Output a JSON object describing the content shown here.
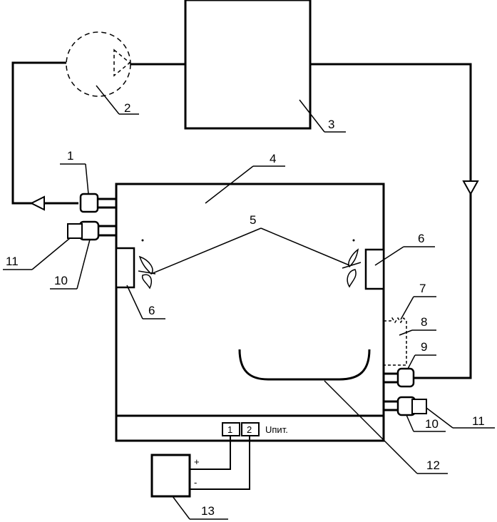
{
  "labels": {
    "l1": "1",
    "l2": "2",
    "l3": "3",
    "l4": "4",
    "l5": "5",
    "l6a": "6",
    "l6b": "6",
    "l7": "7",
    "l8": "8",
    "l9": "9",
    "l10a": "10",
    "l10b": "10",
    "l11a": "11",
    "l11b": "11",
    "l12": "12",
    "l13": "13"
  },
  "terminals": {
    "t1": "1",
    "t2": "2",
    "supply": "Uпит.",
    "plus": "+",
    "minus": "-"
  }
}
